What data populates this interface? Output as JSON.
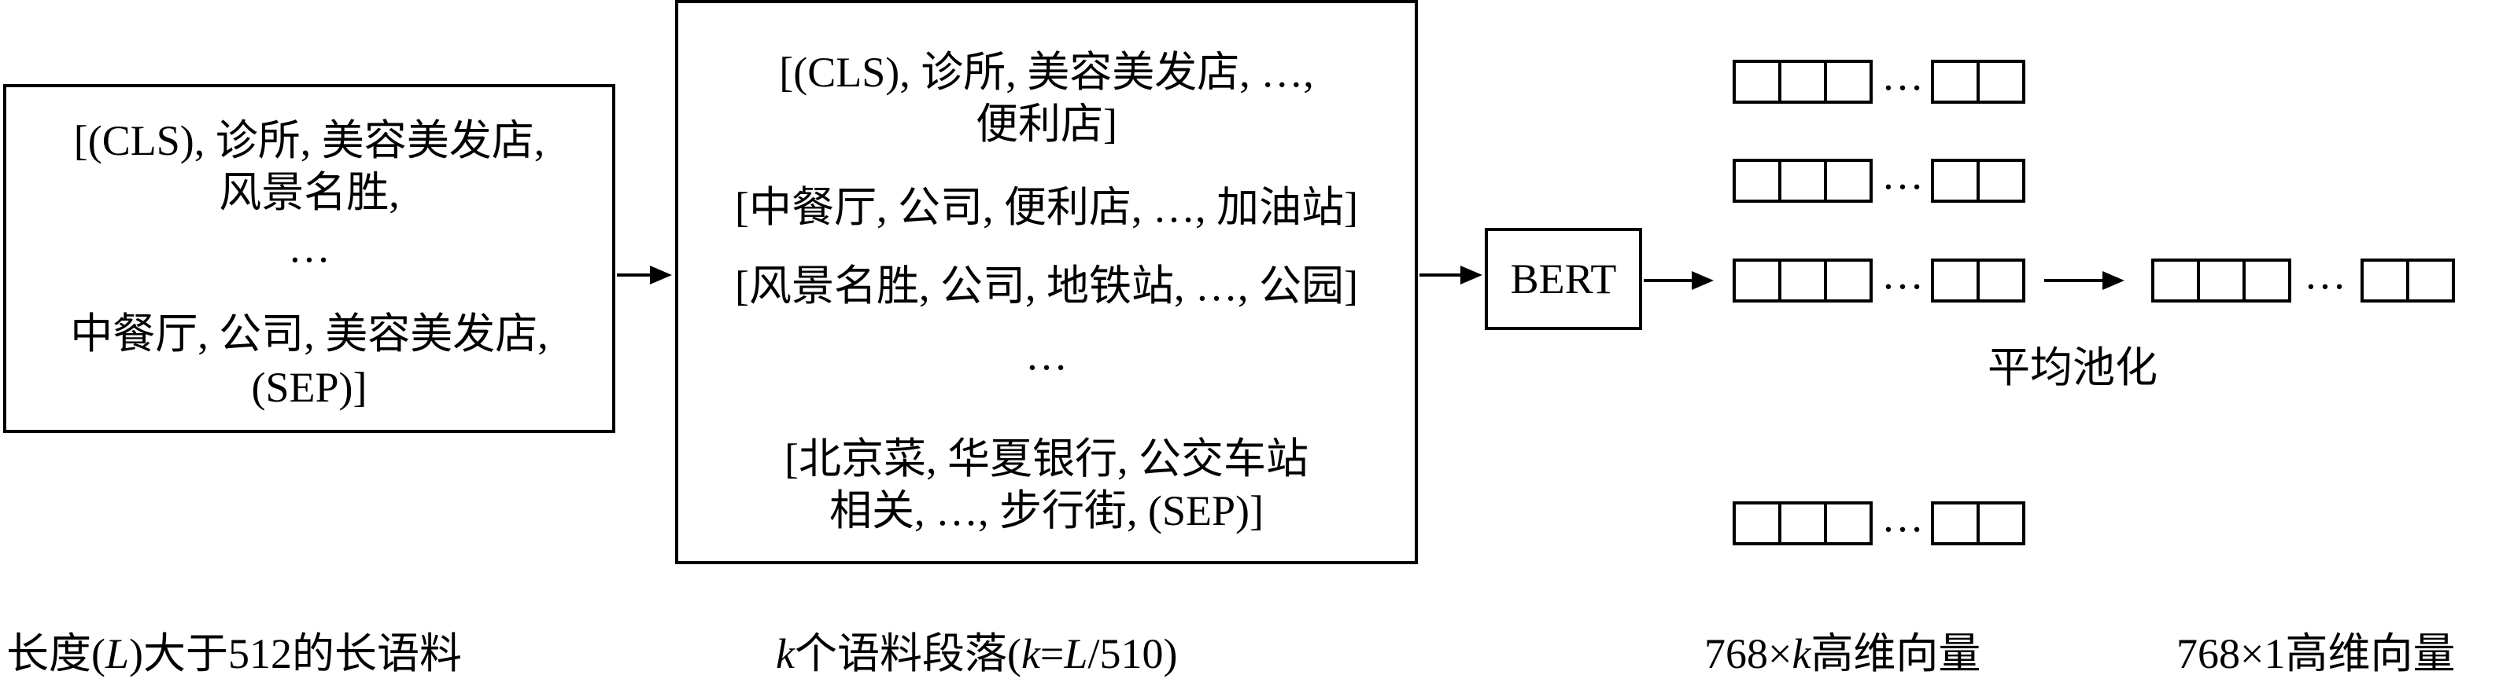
{
  "input_box": {
    "lines": [
      "[(CLS), 诊所, 美容美发店,",
      "风景名胜,",
      "…",
      "中餐厅, 公司, 美容美发店,",
      "(SEP)]"
    ]
  },
  "segments_box": {
    "lines": [
      "[(CLS), 诊所, 美容美发店, …,",
      "便利店]",
      "[中餐厅, 公司, 便利店, …, 加油站]",
      "[风景名胜, 公司, 地铁站, …, 公园]",
      "…",
      "[北京菜, 华夏银行, 公交车站",
      "相关, …, 步行街, (SEP)]"
    ]
  },
  "bert": {
    "label": "BERT"
  },
  "pooling": {
    "label": "平均池化"
  },
  "vector_ellipsis": "…",
  "captions": {
    "corpus_pre": "长度(",
    "corpus_var": "L",
    "corpus_post": ")大于512的长语料",
    "segments_var1": "k",
    "segments_mid": "个语料段落(",
    "segments_var2": "k",
    "segments_eq": "=",
    "segments_var3": "L",
    "segments_post": "/510)",
    "hd_pre": "768×",
    "hd_var": "k",
    "hd_post": "高维向量",
    "single": "768×1高维向量"
  },
  "colors": {
    "stroke": "#000000",
    "background": "#ffffff"
  }
}
